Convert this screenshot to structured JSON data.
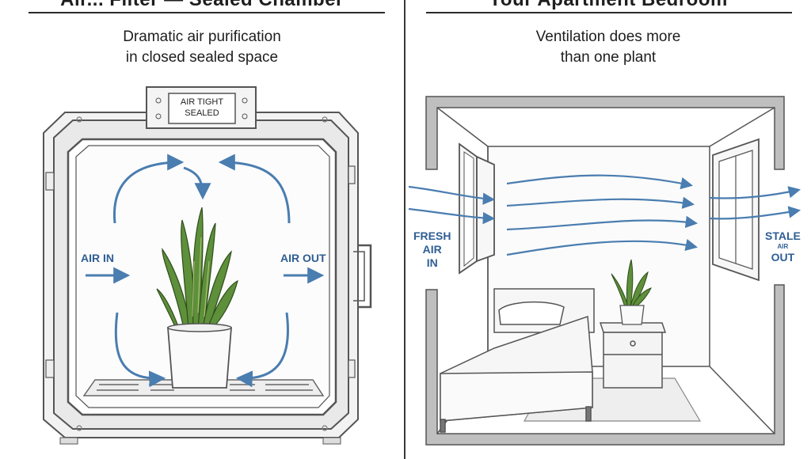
{
  "left_panel": {
    "heading": "Air... Filter — Sealed Chamber",
    "subtitle_line1": "Dramatic air purification",
    "subtitle_line2": "in closed sealed space",
    "plate_line1": "AIR TIGHT",
    "plate_line2": "SEALED",
    "air_in": "AIR IN",
    "air_out": "AIR OUT"
  },
  "right_panel": {
    "heading": "Your Apartment Bedroom",
    "subtitle_line1": "Ventilation does more",
    "subtitle_line2": "than one plant",
    "fresh_line1": "FRESH",
    "fresh_line2": "AIR",
    "fresh_line3": "IN",
    "stale_line1": "STALE",
    "stale_line2": "AIR",
    "stale_line3": "OUT"
  },
  "colors": {
    "arrow": "#4a7db0",
    "label": "#2f5e93",
    "plant_green": "#5e8f3a",
    "frame": "#555555"
  },
  "icons": [
    "snake-plant-icon",
    "bed-icon",
    "nightstand-icon",
    "window-icon"
  ]
}
